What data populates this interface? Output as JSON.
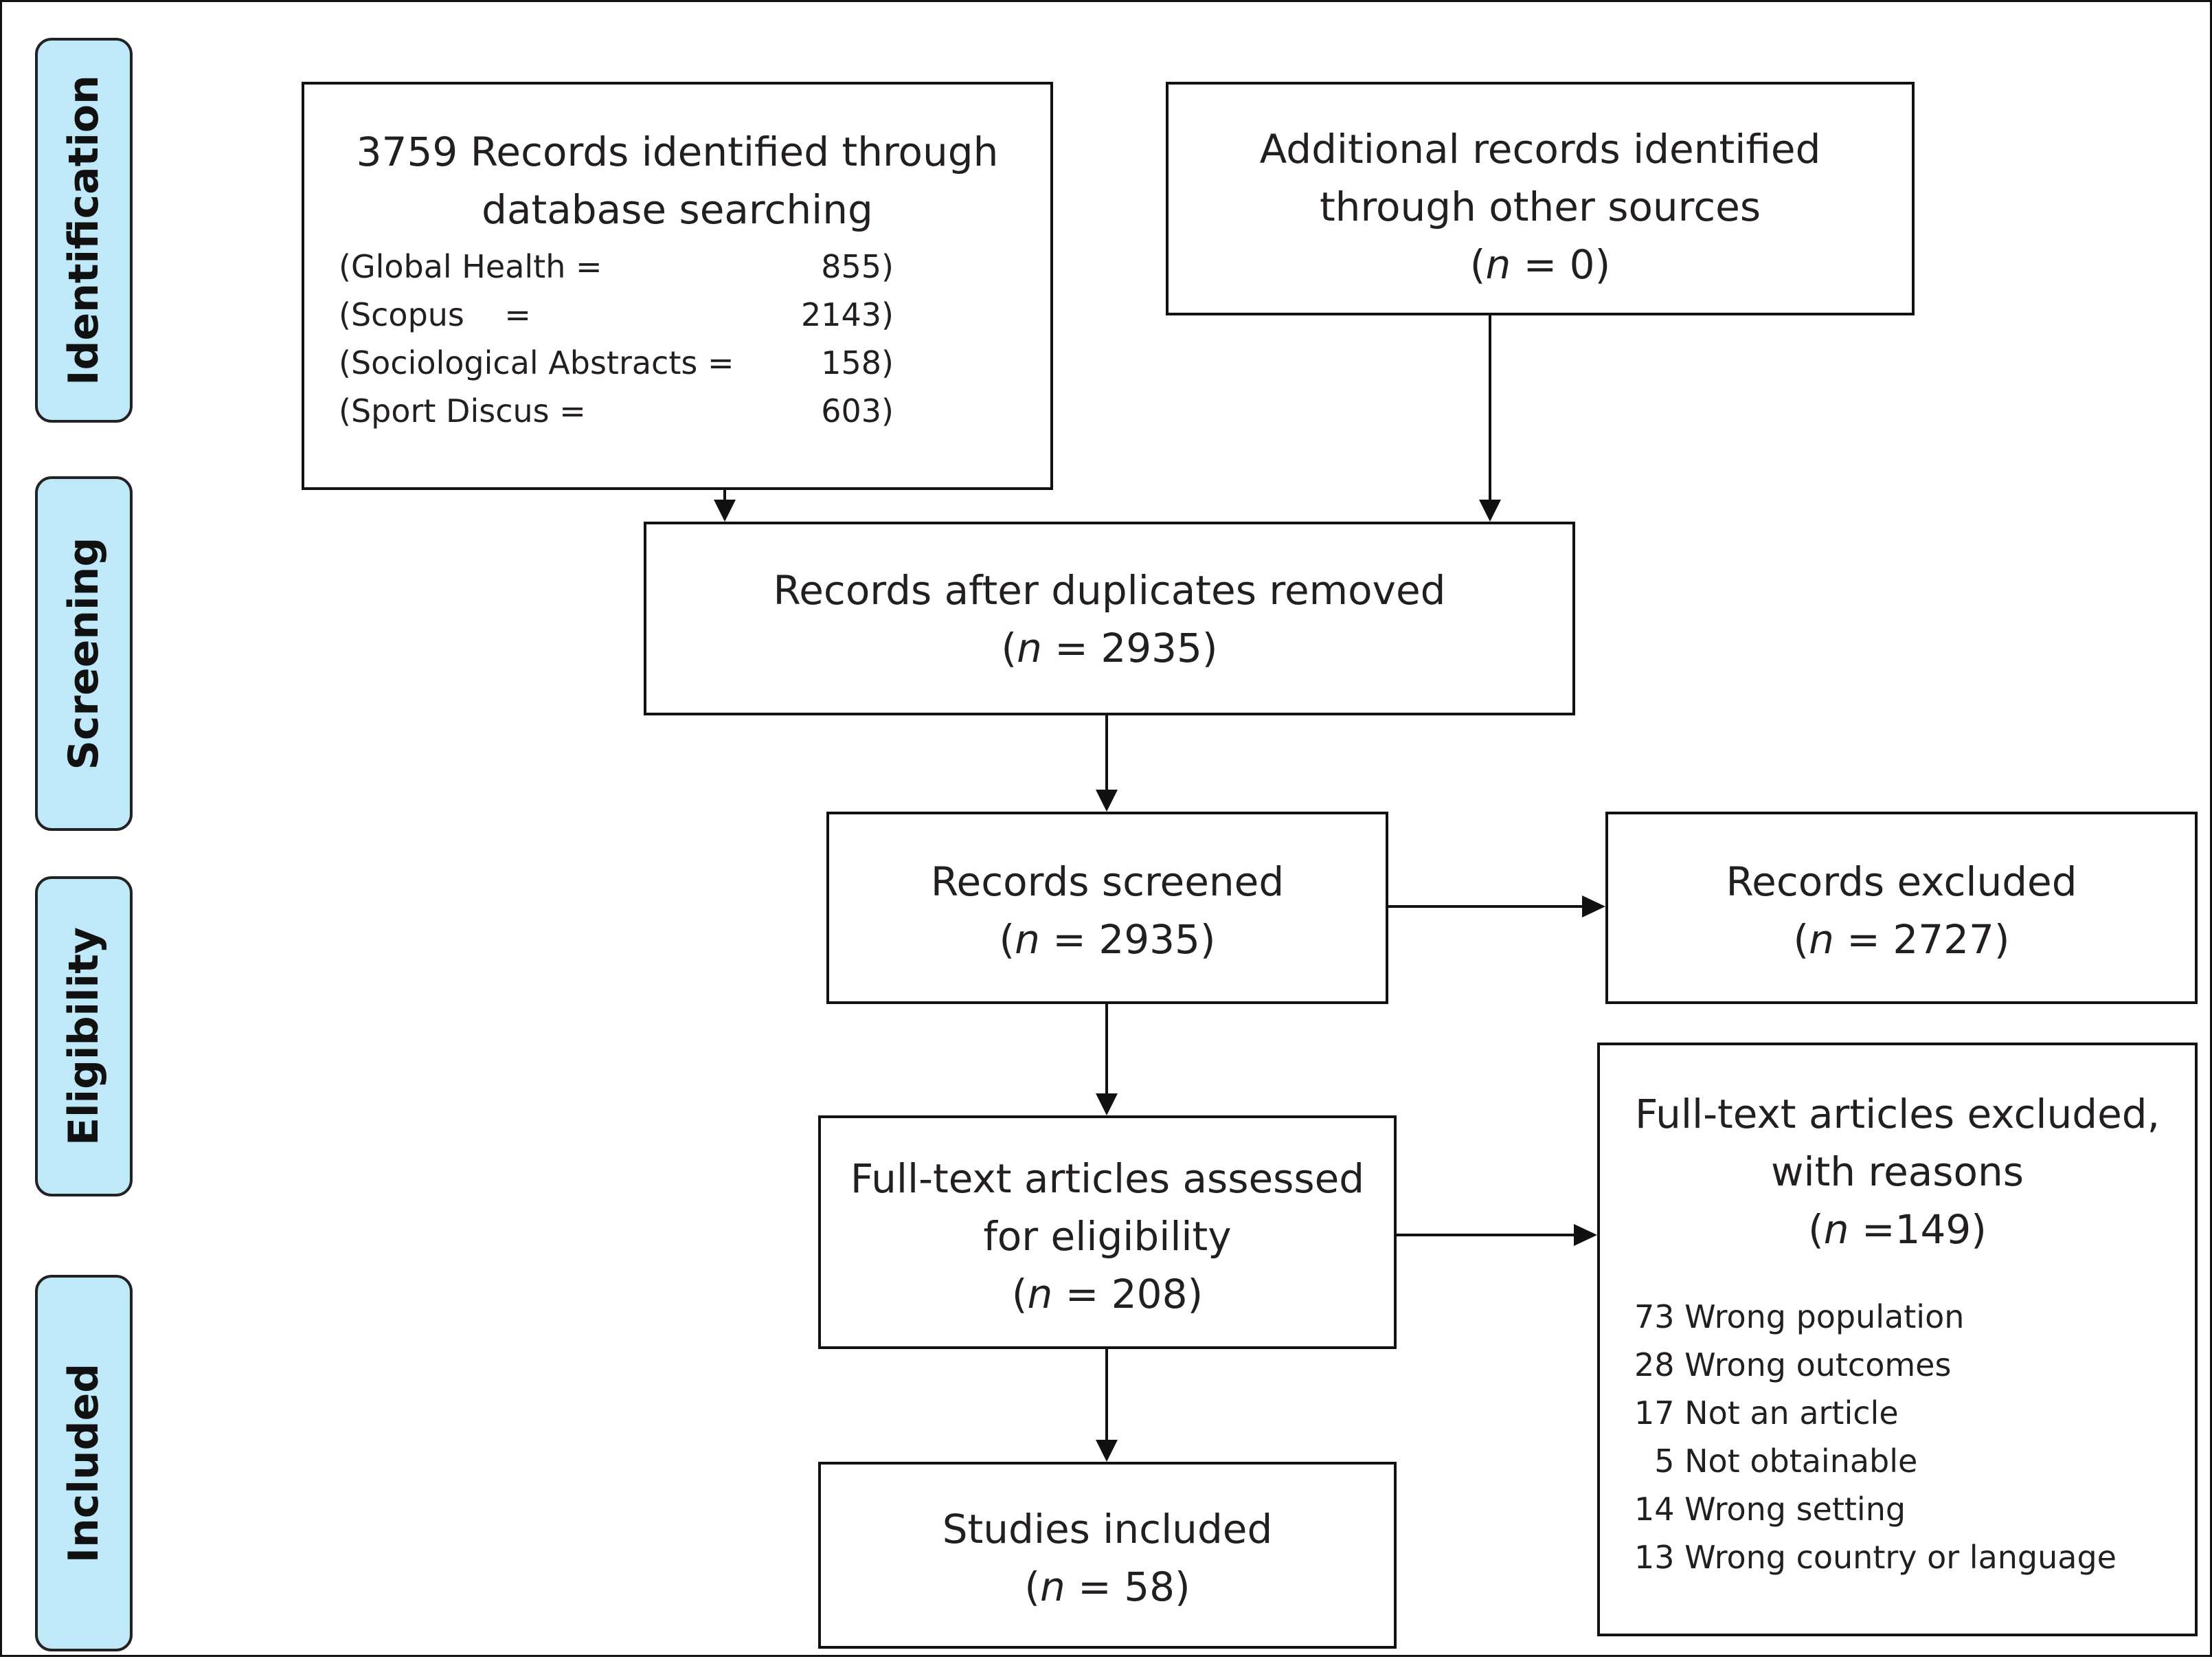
{
  "phases": [
    {
      "id": "identification",
      "label": "Identification"
    },
    {
      "id": "screening",
      "label": "Screening"
    },
    {
      "id": "eligibility",
      "label": "Eligibility"
    },
    {
      "id": "included",
      "label": "Included"
    }
  ],
  "boxes": {
    "database_search": {
      "lines": [
        "3759 Records identified through",
        "database searching"
      ],
      "sources": [
        {
          "name": "(Global Health =",
          "value": "855)"
        },
        {
          "name": "(Scopus    =",
          "value": "2143)"
        },
        {
          "name": "(Sociological Abstracts =",
          "value": "158)"
        },
        {
          "name": "(Sport Discus =",
          "value": "603)"
        }
      ]
    },
    "other_sources": {
      "lines": [
        "Additional records identified",
        "through other sources"
      ],
      "n_open": "(",
      "n_symbol": "n",
      "n_rest": " = 0)"
    },
    "duplicates_removed": {
      "lines": [
        "Records after duplicates removed"
      ],
      "n_open": "(",
      "n_symbol": "n",
      "n_rest": " = 2935)"
    },
    "records_screened": {
      "lines": [
        "Records screened"
      ],
      "n_open": "(",
      "n_symbol": "n",
      "n_rest": " = 2935)"
    },
    "records_excluded": {
      "lines": [
        "Records excluded"
      ],
      "n_open": "(",
      "n_symbol": "n",
      "n_rest": " = 2727)"
    },
    "fulltext_assessed": {
      "lines": [
        "Full-text articles assessed",
        "for eligibility"
      ],
      "n_open": "(",
      "n_symbol": "n",
      "n_rest": " = 208)"
    },
    "fulltext_excluded": {
      "lines": [
        "Full-text articles excluded,",
        "with reasons"
      ],
      "n_open": "(",
      "n_symbol": "n",
      "n_rest": " =149)",
      "reasons": [
        "73 Wrong population",
        "28 Wrong outcomes",
        "17 Not an article",
        "  5 Not obtainable",
        "14 Wrong setting",
        "13 Wrong country or language"
      ]
    },
    "studies_included": {
      "lines": [
        "Studies included"
      ],
      "n_open": "(",
      "n_symbol": "n",
      "n_rest": " = 58)"
    }
  }
}
